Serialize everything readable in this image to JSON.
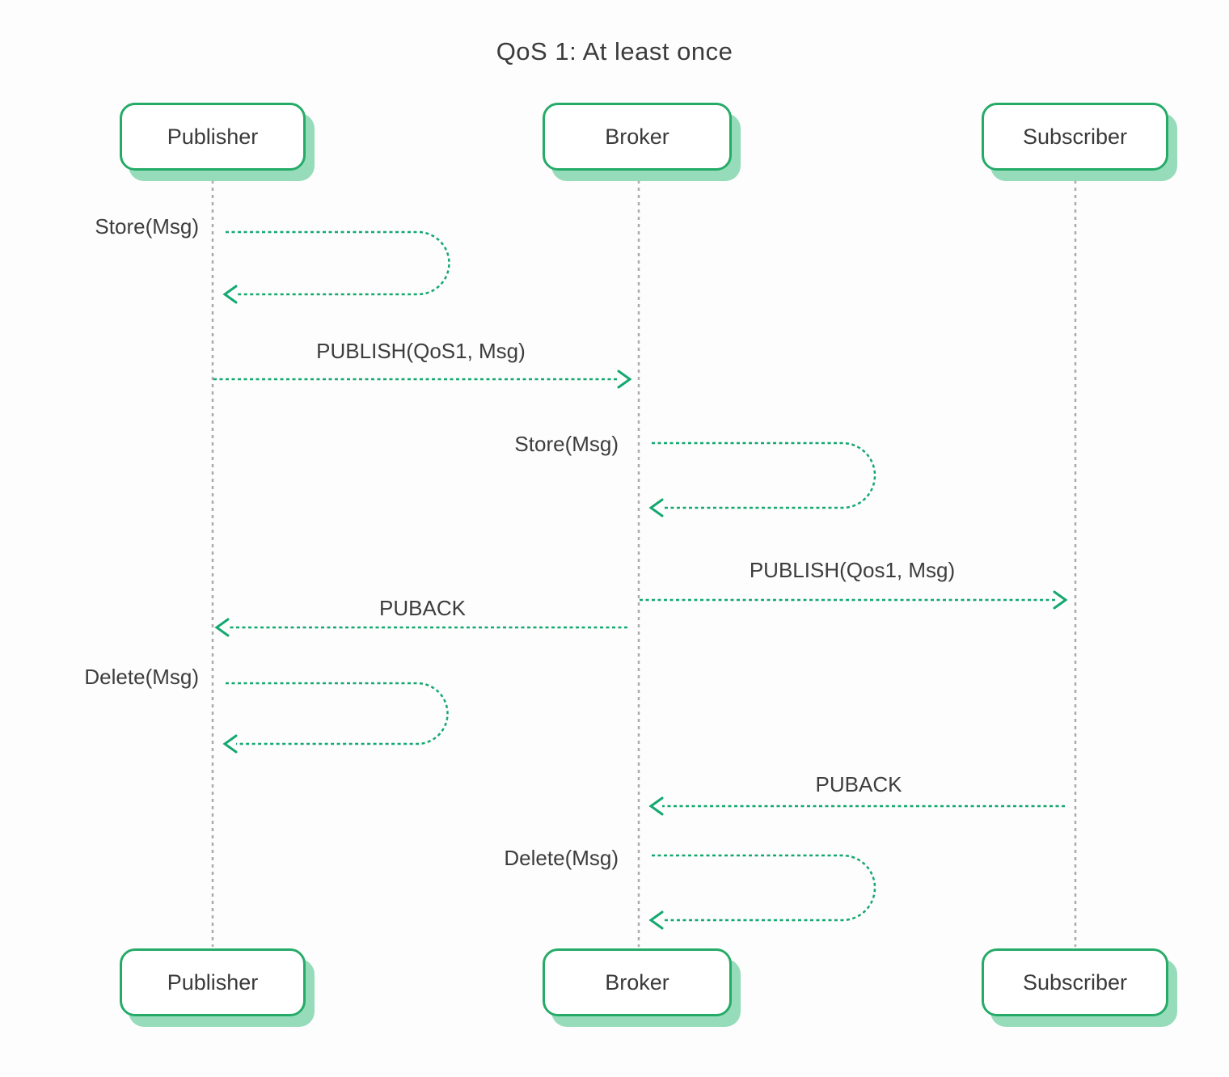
{
  "title": "QoS 1: At least once",
  "actors": [
    {
      "label": "Publisher"
    },
    {
      "label": "Broker"
    },
    {
      "label": "Subscriber"
    }
  ],
  "messages": [
    {
      "kind": "self-message",
      "actor": "Publisher",
      "label": "Store(Msg)"
    },
    {
      "kind": "message",
      "from": "Publisher",
      "to": "Broker",
      "label": "PUBLISH(QoS1, Msg)"
    },
    {
      "kind": "self-message",
      "actor": "Broker",
      "label": "Store(Msg)"
    },
    {
      "kind": "message",
      "from": "Broker",
      "to": "Subscriber",
      "label": "PUBLISH(Qos1, Msg)"
    },
    {
      "kind": "message",
      "from": "Broker",
      "to": "Publisher",
      "label": "PUBACK"
    },
    {
      "kind": "self-message",
      "actor": "Publisher",
      "label": "Delete(Msg)"
    },
    {
      "kind": "message",
      "from": "Subscriber",
      "to": "Broker",
      "label": "PUBACK"
    },
    {
      "kind": "self-message",
      "actor": "Broker",
      "label": "Delete(Msg)"
    }
  ],
  "colors": {
    "arrow_green": "#14a870",
    "box_border_green": "#25ab68",
    "box_shadow_green": "#96dcba",
    "lifeline_gray": "#ababab",
    "text": "#3b3b3b"
  }
}
